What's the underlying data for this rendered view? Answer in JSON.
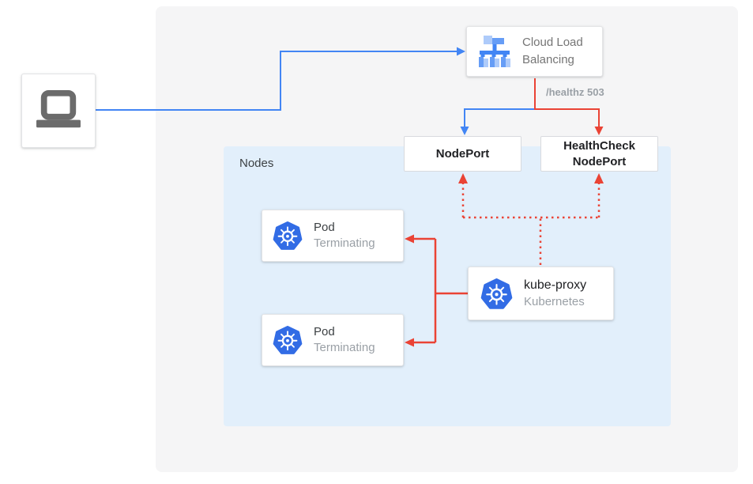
{
  "colors": {
    "blue": "#4285F4",
    "red": "#EA4335",
    "panel_bg": "#F5F5F6",
    "nodes_bg": "#E2EFFB",
    "k8s_blue": "#326CE5",
    "icon_gray": "#6B6B6B"
  },
  "load_balancer": {
    "title": "Cloud Load Balancing"
  },
  "health_label": "/healthz 503",
  "node_port": {
    "label": "NodePort"
  },
  "health_check_node_port": {
    "label": "HealthCheck NodePort"
  },
  "nodes": {
    "label": "Nodes",
    "pods": [
      {
        "label": "Pod",
        "status": "Terminating"
      },
      {
        "label": "Pod",
        "status": "Terminating"
      }
    ],
    "kube_proxy": {
      "label": "kube-proxy",
      "sublabel": "Kubernetes"
    }
  }
}
